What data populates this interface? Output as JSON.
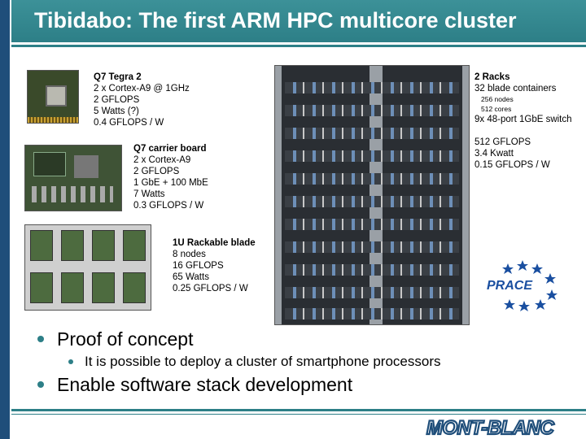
{
  "title": "Tibidabo: The first ARM HPC multicore cluster",
  "q7_tegra": {
    "heading": "Q7 Tegra 2",
    "lines": [
      "2 x Cortex-A9 @ 1GHz",
      "2 GFLOPS",
      "5 Watts (?)",
      "0.4 GFLOPS / W"
    ]
  },
  "carrier": {
    "heading": "Q7 carrier board",
    "lines": [
      "2 x Cortex-A9",
      "2 GFLOPS",
      "1 GbE + 100 MbE",
      "7 Watts",
      "0.3 GFLOPS / W"
    ]
  },
  "blade": {
    "heading": "1U Rackable blade",
    "lines": [
      "8 nodes",
      "16 GFLOPS",
      "65 Watts",
      "0.25 GFLOPS / W"
    ]
  },
  "racks": {
    "heading": "2 Racks",
    "line1": "32 blade containers",
    "small1": "256 nodes",
    "small2": "512 cores",
    "line2": "9x 48-port 1GbE switch",
    "lines": [
      "512 GFLOPS",
      "3.4 Kwatt",
      "0.15 GFLOPS / W"
    ]
  },
  "prace_logo": "PRACE",
  "bullets": {
    "b1": "Proof of concept",
    "b1_sub": "It is possible to deploy a cluster of smartphone processors",
    "b2": "Enable software stack development"
  },
  "footer_logo": "MONT-BLANC",
  "colors": {
    "teal": "#2d7f87",
    "navy": "#1f4e7a",
    "prace_blue": "#1a4fa0"
  }
}
